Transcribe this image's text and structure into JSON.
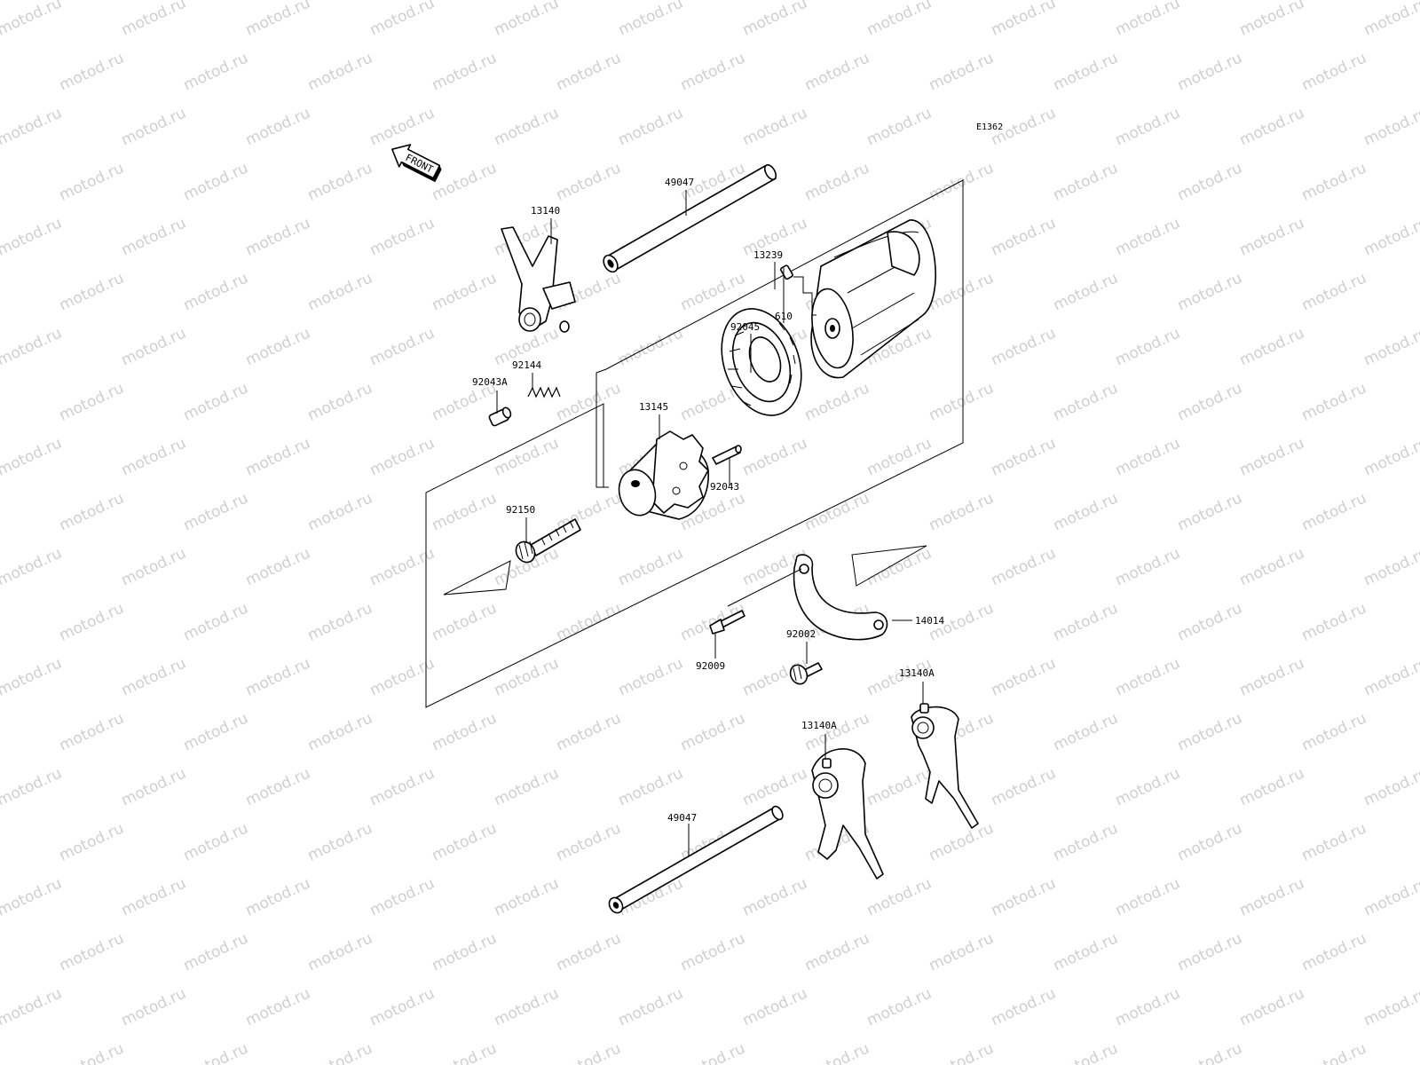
{
  "diagram": {
    "code": "E1362",
    "front_label": "FRONT",
    "parts": [
      {
        "id": "p1",
        "label": "49047"
      },
      {
        "id": "p2",
        "label": "13140"
      },
      {
        "id": "p3",
        "label": "13239"
      },
      {
        "id": "p4",
        "label": "610"
      },
      {
        "id": "p5",
        "label": "92045"
      },
      {
        "id": "p6",
        "label": "92144"
      },
      {
        "id": "p7",
        "label": "92043A"
      },
      {
        "id": "p8",
        "label": "13145"
      },
      {
        "id": "p9",
        "label": "92043"
      },
      {
        "id": "p10",
        "label": "92150"
      },
      {
        "id": "p11",
        "label": "14014"
      },
      {
        "id": "p12",
        "label": "92002"
      },
      {
        "id": "p13",
        "label": "92009"
      },
      {
        "id": "p14",
        "label": "13140A"
      },
      {
        "id": "p15",
        "label": "13140A"
      },
      {
        "id": "p16",
        "label": "49047"
      }
    ]
  },
  "watermark": {
    "text": "motod.ru",
    "color": "#cfcfcf"
  }
}
